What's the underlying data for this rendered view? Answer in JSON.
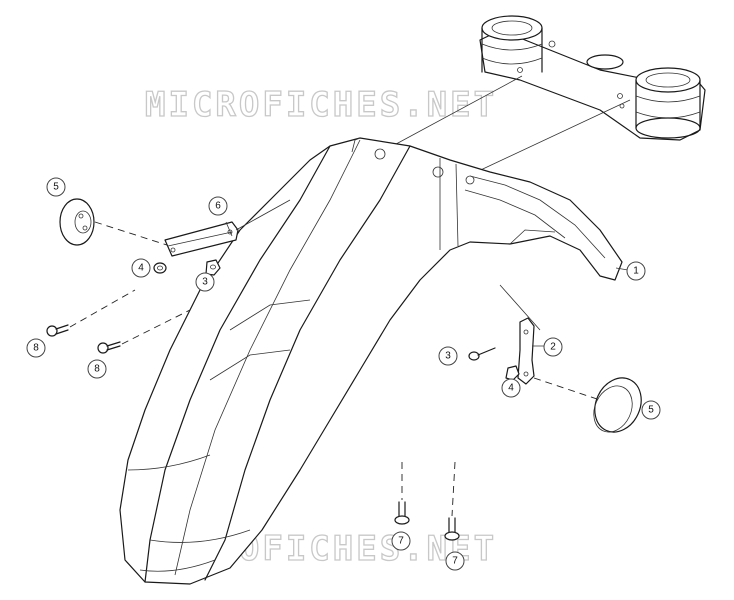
{
  "watermark": "MICROFICHES.NET",
  "callouts": [
    {
      "id": "c1",
      "label": "1"
    },
    {
      "id": "c2",
      "label": "2"
    },
    {
      "id": "c3a",
      "label": "3"
    },
    {
      "id": "c3b",
      "label": "3"
    },
    {
      "id": "c4a",
      "label": "4"
    },
    {
      "id": "c4b",
      "label": "4"
    },
    {
      "id": "c5a",
      "label": "5"
    },
    {
      "id": "c5b",
      "label": "5"
    },
    {
      "id": "c6",
      "label": "6"
    },
    {
      "id": "c7a",
      "label": "7"
    },
    {
      "id": "c7b",
      "label": "7"
    },
    {
      "id": "c8a",
      "label": "8"
    },
    {
      "id": "c8b",
      "label": "8"
    }
  ]
}
